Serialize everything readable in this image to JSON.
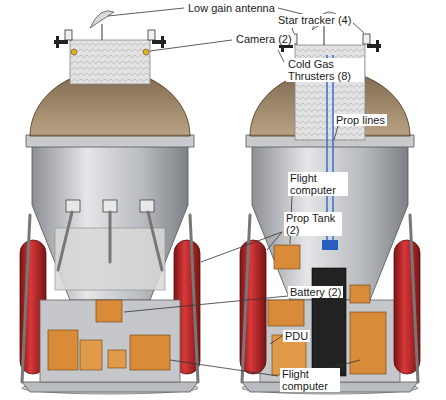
{
  "diagram": {
    "labels": [
      "Low gain antenna",
      "Star tracker (4)",
      "Camera (2)",
      "Cold Gas Thrusters (8)",
      "Prop lines",
      "Flight computer",
      "Prop Tank (2)",
      "Battery (2)",
      "PDU",
      "Flight computer"
    ]
  }
}
